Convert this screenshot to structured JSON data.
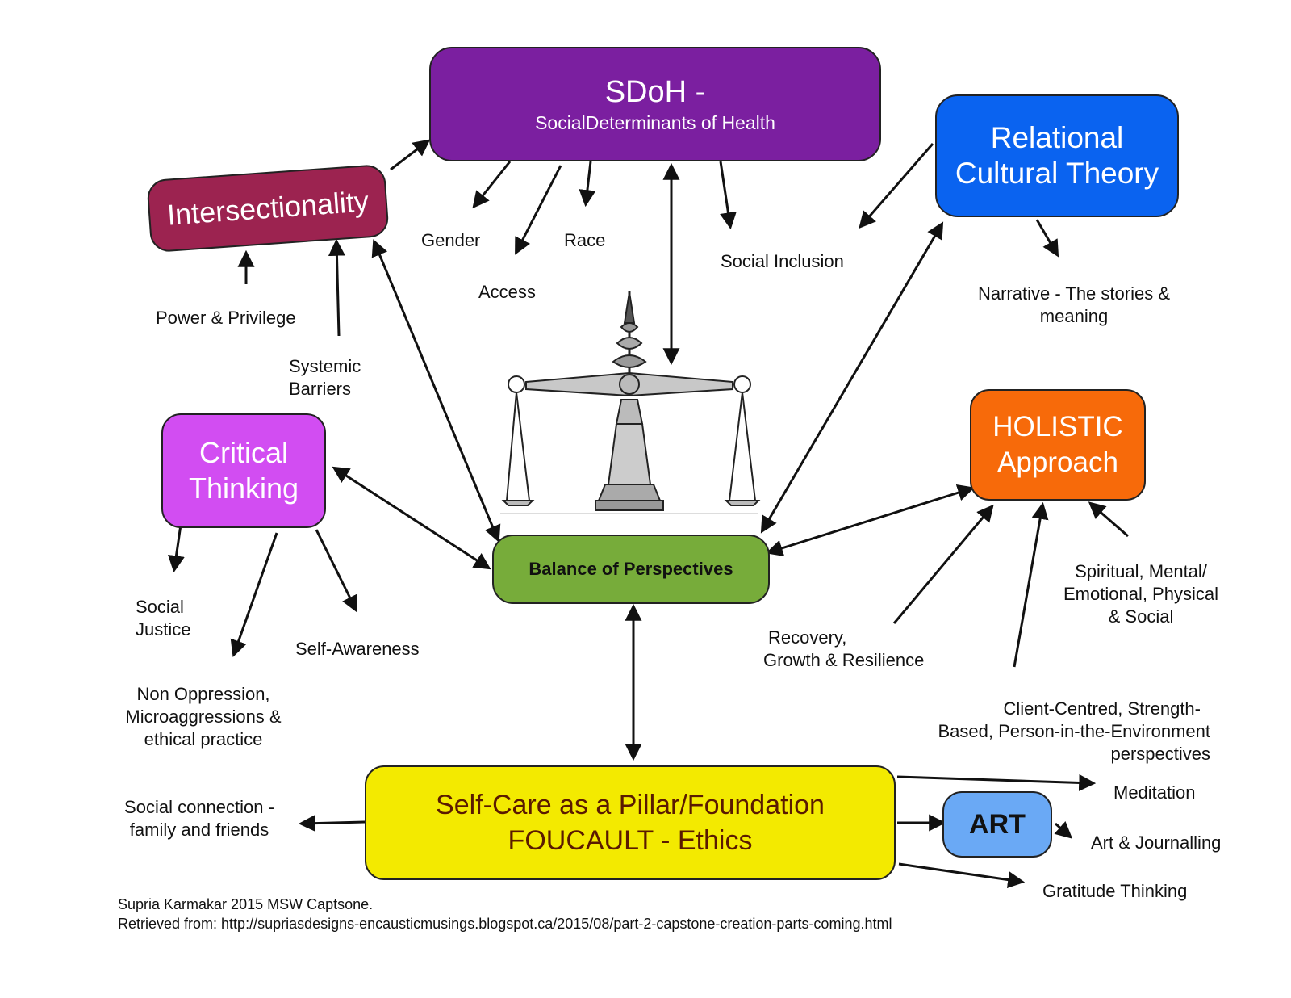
{
  "colors": {
    "sdoh": "#7b1fa0",
    "intersectionality": "#9c2350",
    "relational": "#0a63f0",
    "critical": "#d24df2",
    "holistic": "#f76a0a",
    "balance": "#77ac3a",
    "selfcare": "#f3ea00",
    "art": "#6aa9f5"
  },
  "boxes": {
    "sdoh": {
      "title": "SDoH -",
      "subtitle": "SocialDeterminants of Health"
    },
    "intersectionality": "Intersectionality",
    "relational": {
      "line1": "Relational",
      "line2": "Cultural Theory"
    },
    "critical": {
      "line1": "Critical",
      "line2": "Thinking"
    },
    "holistic": {
      "line1": "HOLISTIC",
      "line2": "Approach"
    },
    "balance": "Balance of Perspectives",
    "selfcare": {
      "line1": "Self-Care as a Pillar/Foundation",
      "line2": "FOUCAULT - Ethics"
    },
    "art": "ART"
  },
  "labels": {
    "gender": "Gender",
    "race": "Race",
    "access": "Access",
    "social_inclusion": "Social Inclusion",
    "narrative": [
      "Narrative - The stories &",
      "meaning"
    ],
    "power_privilege": "Power & Privilege",
    "systemic_barriers": [
      "Systemic",
      "Barriers"
    ],
    "social_justice": [
      "Social",
      "Justice"
    ],
    "self_awareness": "Self-Awareness",
    "non_oppression": [
      "Non Oppression,",
      "Microaggressions &",
      "ethical practice"
    ],
    "spiritual": [
      "Spiritual, Mental/",
      "Emotional, Physical",
      "& Social"
    ],
    "recovery": [
      "Recovery,",
      "Growth & Resilience"
    ],
    "client_centred": [
      "Client-Centred, Strength-",
      "Based, Person-in-the-Environment",
      "perspectives"
    ],
    "social_connection": [
      "Social connection -",
      "family and friends"
    ],
    "meditation": "Meditation",
    "art_journalling": "Art & Journalling",
    "gratitude": "Gratitude Thinking"
  },
  "citation": {
    "line1": "Supria Karmakar 2015 MSW Captsone.",
    "line2": "Retrieved from: http://supriasdesigns-encausticmusings.blogspot.ca/2015/08/part-2-capstone-creation-parts-coming.html"
  },
  "icons": {
    "scale": "balance-scale-icon"
  }
}
